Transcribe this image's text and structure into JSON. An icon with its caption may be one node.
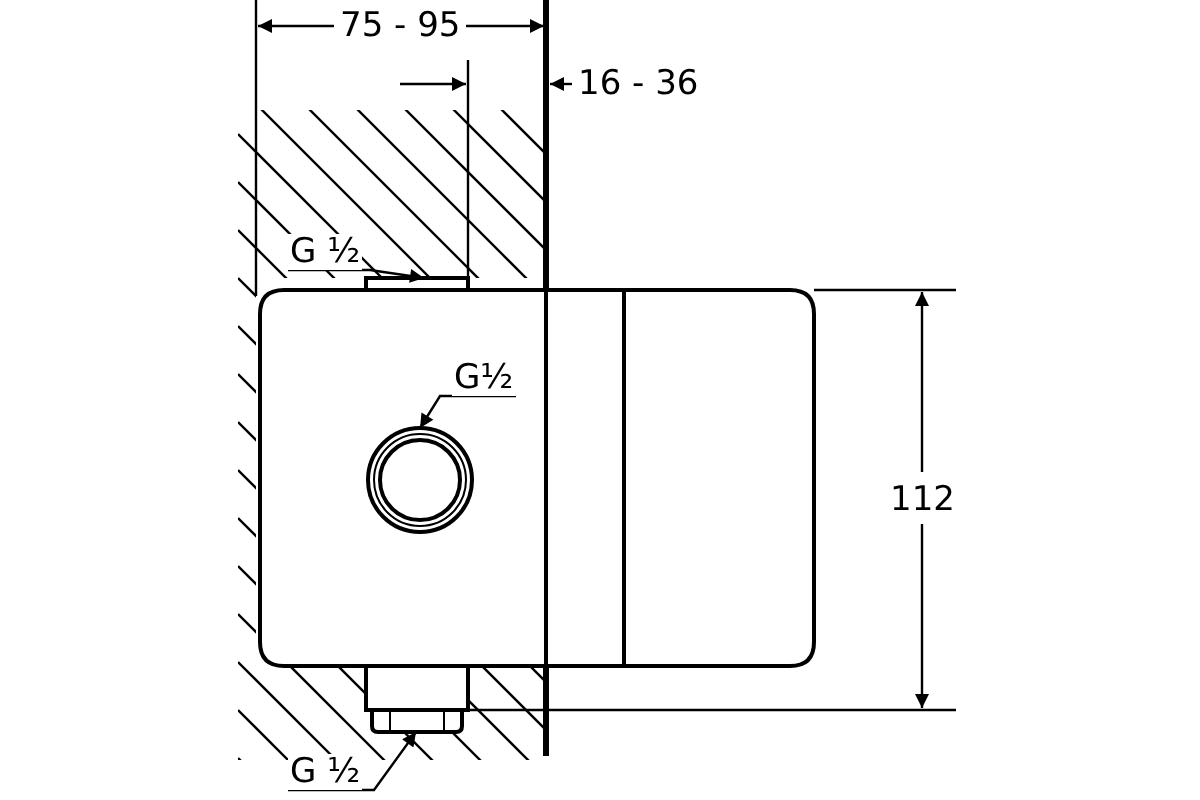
{
  "diagram": {
    "nodes": [
      {
        "text": [
          "G ½"
        ]
      },
      {
        "text": [],
        "shape": "box"
      },
      {
        "text": [
          "G½"
        ]
      },
      {
        "text": [],
        "shape": "circle"
      },
      {
        "text": [
          "G ½"
        ]
      },
      {
        "text": [],
        "shape": "box"
      }
    ],
    "edges": [
      {
        "from": 0,
        "to": 1,
        "arrow": "to"
      },
      {
        "from": 2,
        "to": 3,
        "arrow": "to"
      },
      {
        "from": 4,
        "to": 5,
        "arrow": "to"
      }
    ],
    "labels": [
      "75 - 95",
      "16 - 36",
      "112"
    ]
  }
}
